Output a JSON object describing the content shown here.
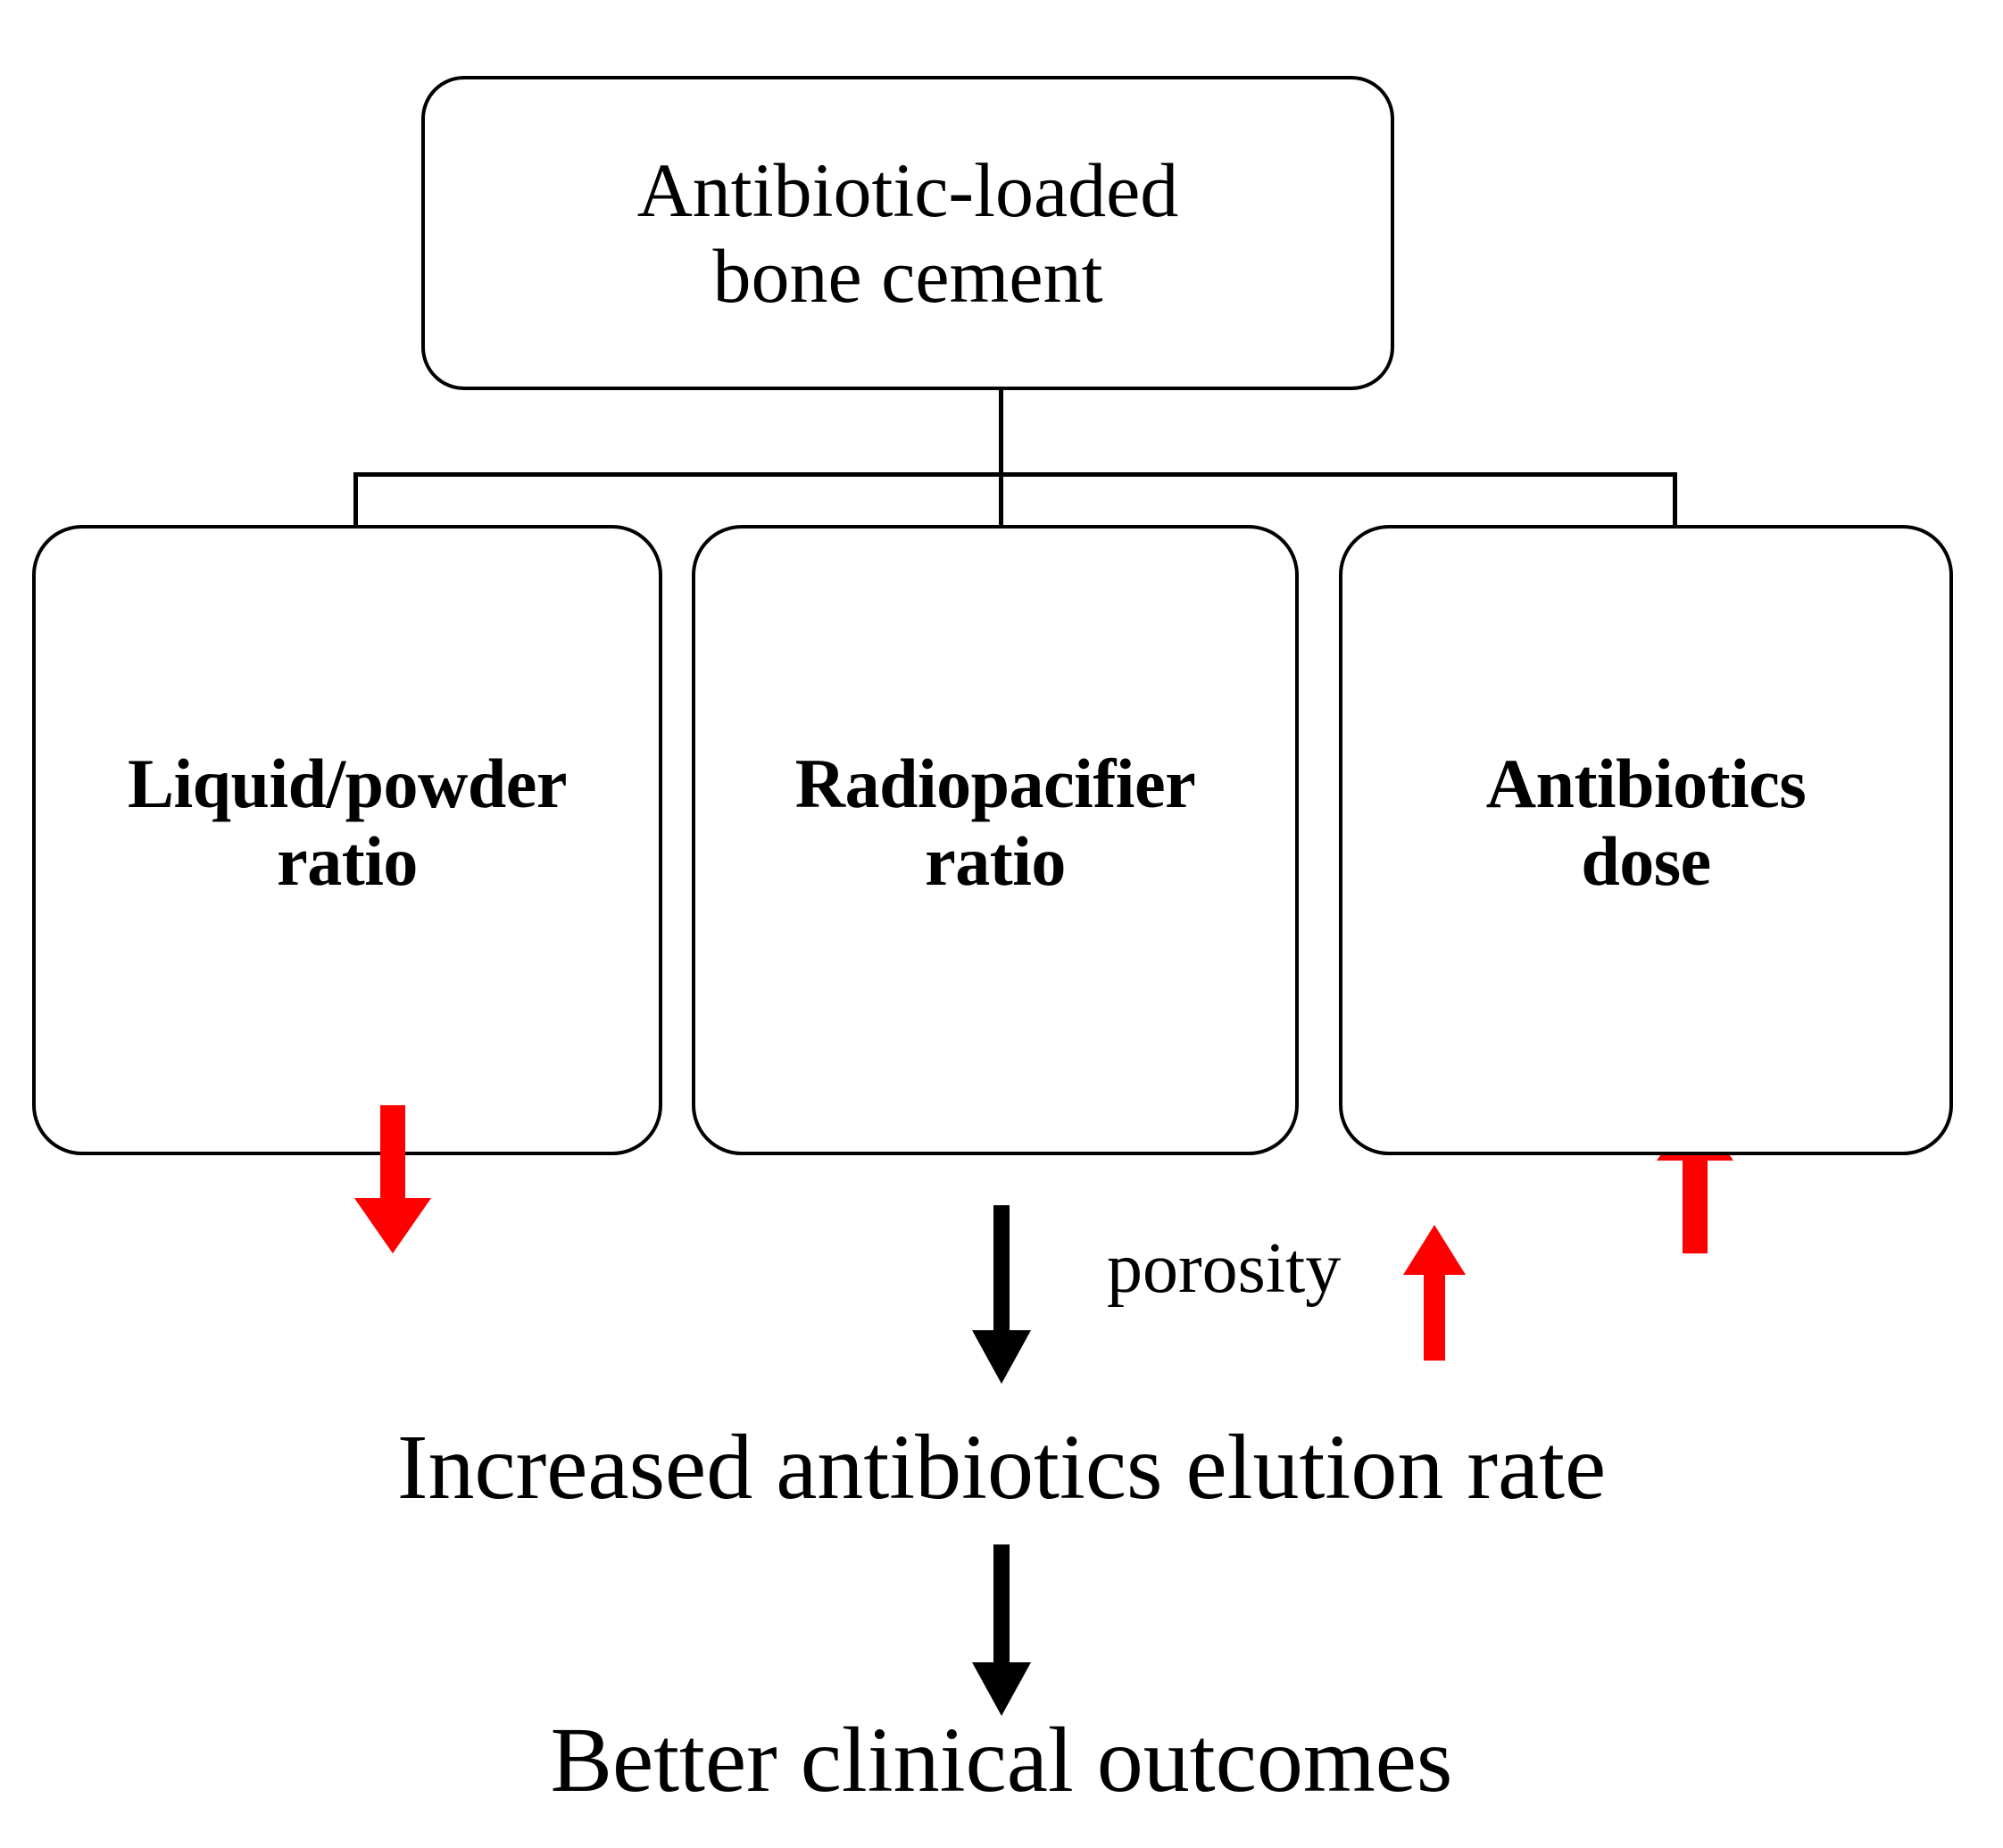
{
  "diagram": {
    "root": {
      "label": "Antibiotic-loaded\nbone cement"
    },
    "factors": [
      {
        "label": "Liquid/powder\nratio",
        "arrow_icon": "red-arrow-down",
        "arrow_direction": "down",
        "arrow_color": "#FF0000"
      },
      {
        "label": "Radiopacifier\nratio",
        "arrow_icon": "red-arrow-up",
        "arrow_direction": "up",
        "arrow_color": "#FF0000"
      },
      {
        "label": "Antibiotics\ndose",
        "arrow_icon": "red-arrow-up",
        "arrow_direction": "up",
        "arrow_color": "#FF0000"
      }
    ],
    "mediator": {
      "label": "porosity",
      "arrow_icon": "red-arrow-up",
      "arrow_direction": "up",
      "arrow_color": "#FF0000"
    },
    "outcomes": [
      {
        "label": "Increased antibiotics elution rate"
      },
      {
        "label": "Better clinical outcomes"
      }
    ],
    "connector_color": "#000000",
    "flow_arrow_color": "#000000",
    "background_color": "#FFFFFF"
  }
}
